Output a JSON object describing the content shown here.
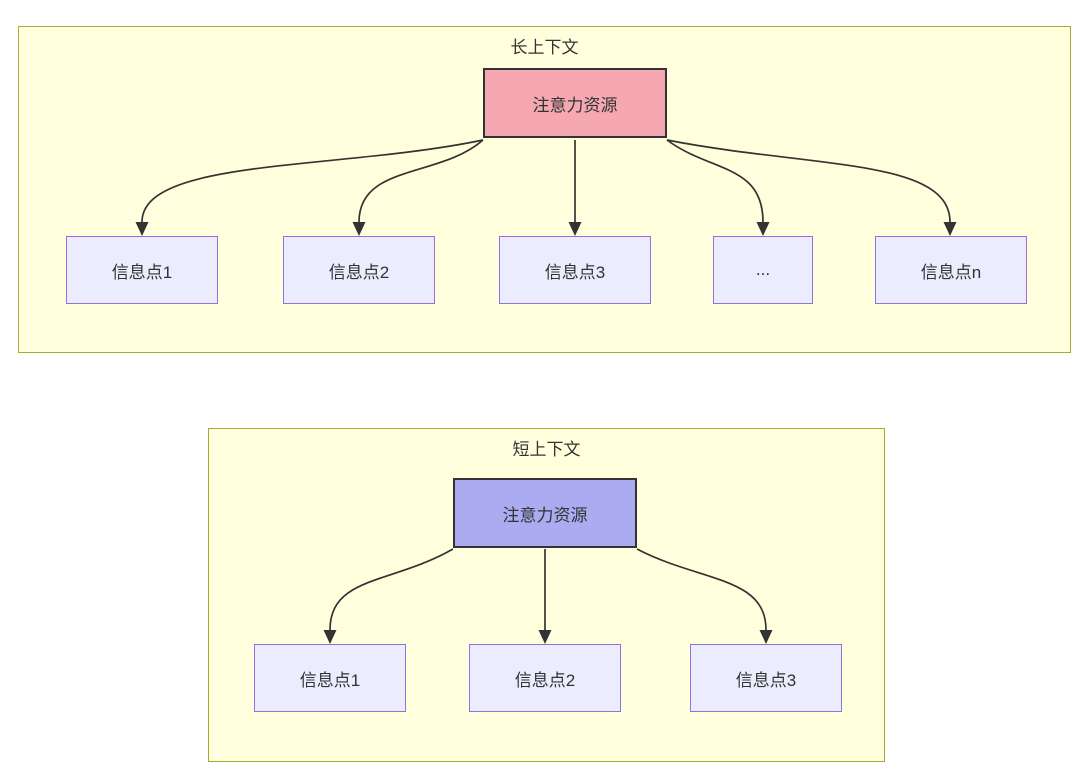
{
  "long_context": {
    "title": "长上下文",
    "attention_label": "注意力资源",
    "items": [
      "信息点1",
      "信息点2",
      "信息点3",
      "...",
      "信息点n"
    ]
  },
  "short_context": {
    "title": "短上下文",
    "attention_label": "注意力资源",
    "items": [
      "信息点1",
      "信息点2",
      "信息点3"
    ]
  },
  "colors": {
    "panel_fill": "#ffffde",
    "panel_border": "#aaaa33",
    "node_fill": "#ececff",
    "node_border": "#9370db",
    "attention_long_fill": "#f6a8b2",
    "attention_short_fill": "#ababf2",
    "attention_border": "#333333",
    "edge": "#333333",
    "text": "#333333"
  }
}
